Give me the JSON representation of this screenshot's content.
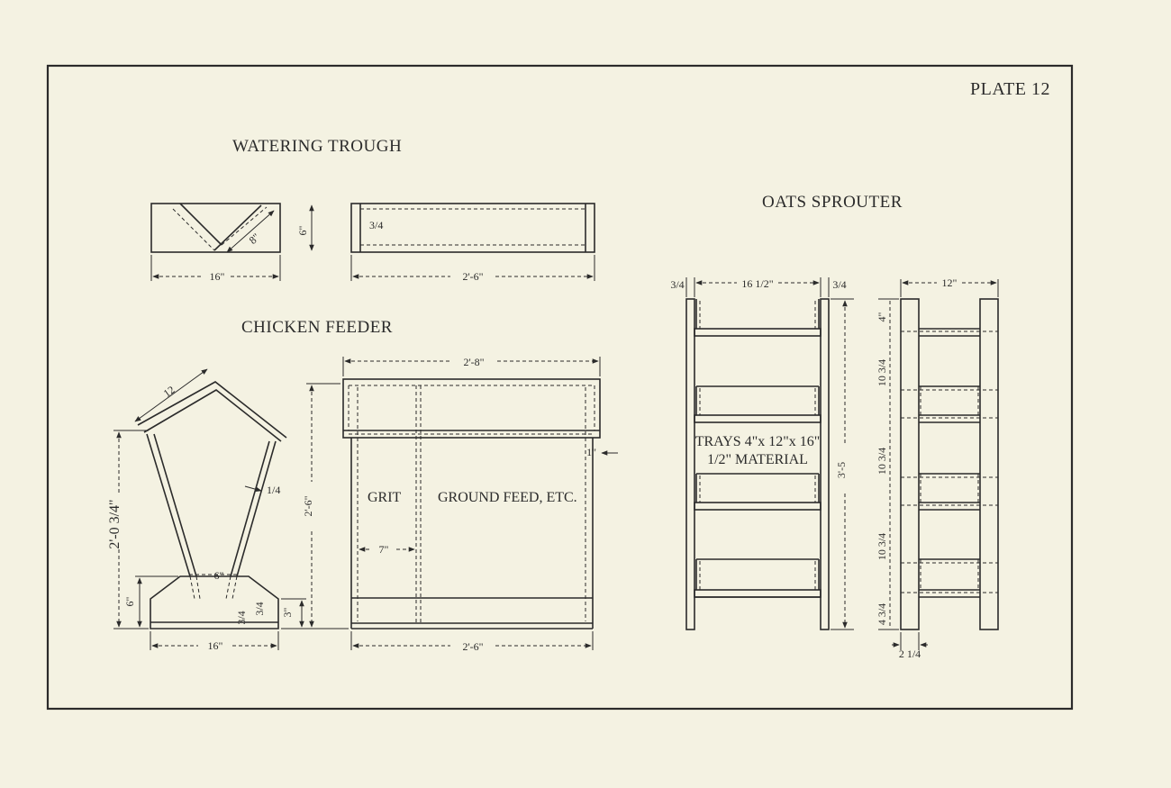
{
  "plate_label": "PLATE 12",
  "watering_trough": {
    "title": "WATERING TROUGH",
    "dims": {
      "end_width": "16\"",
      "depth": "6\"",
      "diagonal": "8\"",
      "board": "3/4",
      "length": "2'-6\""
    }
  },
  "chicken_feeder": {
    "title": "CHICKEN FEEDER",
    "dims": {
      "roof": "12",
      "height": "2'-0 3/4\"",
      "tray_side": "6\"",
      "throat": "6\"",
      "lip": "3\"",
      "board_a": "3/4",
      "board_b": "3/4",
      "base_width": "16\"",
      "wall": "1/4",
      "front_width": "2'-8\"",
      "front_height": "2'-6\"",
      "grit_width": "7\"",
      "lid": "1\"",
      "front_base": "2'-6\""
    },
    "labels": {
      "grit": "GRIT",
      "ground_feed": "GROUND FEED, ETC."
    }
  },
  "oats_sprouter": {
    "title": "OATS SPROUTER",
    "dims": {
      "left_board": "3/4",
      "inner_width": "16 1/2\"",
      "right_board": "3/4",
      "height": "3'-5",
      "side_width": "12\"",
      "top_gap": "4\"",
      "gap_1": "10 3/4",
      "gap_2": "10 3/4",
      "gap_3": "10 3/4",
      "bottom_gap": "4 3/4",
      "post": "2 1/4"
    },
    "note_line1": "TRAYS 4\"x 12\"x 16\"",
    "note_line2": "1/2\" MATERIAL"
  }
}
